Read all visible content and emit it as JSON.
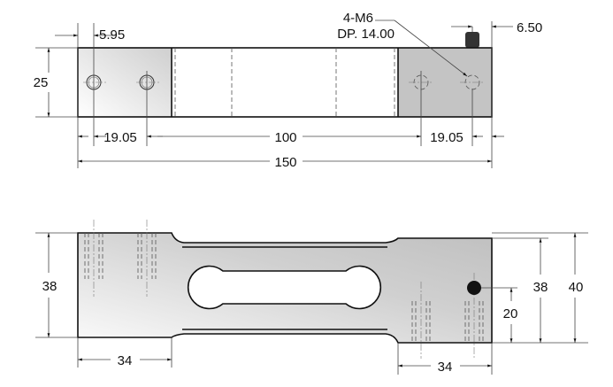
{
  "top_view": {
    "dim_height": "25",
    "dim_hole_offset": "5.95",
    "dim_hole_spacing_left": "19.05",
    "dim_center": "100",
    "dim_hole_spacing_right": "19.05",
    "dim_total_length": "150",
    "dim_cable_offset": "6.50",
    "callout_line1": "4-M6",
    "callout_line2": "DP. 14.00"
  },
  "side_view": {
    "dim_left_height": "38",
    "dim_left_block": "34",
    "dim_right_block": "34",
    "dim_cable_height": "20",
    "dim_right_height": "38",
    "dim_total_height": "40"
  },
  "colors": {
    "body_light": "#f2f2f2",
    "body_dark": "#c4c4c4",
    "outline": "#111111"
  }
}
